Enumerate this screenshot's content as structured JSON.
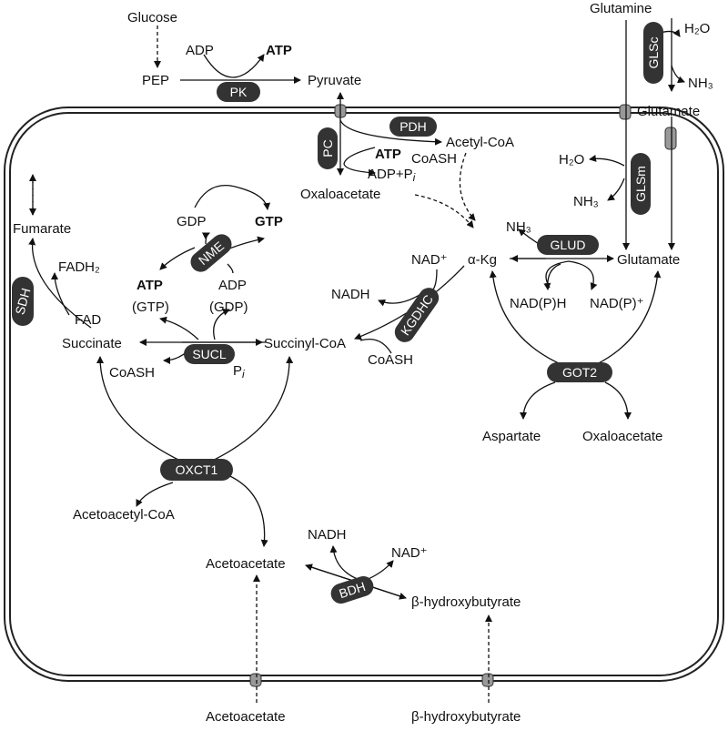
{
  "metabolites": {
    "glucose": "Glucose",
    "pep": "PEP",
    "pyruvate": "Pyruvate",
    "adp_top": "ADP",
    "atp_top": "ATP",
    "glutamine": "Glutamine",
    "h2o_out": "H₂O",
    "nh3_out": "NH₃",
    "glutamate_out": "Glutamate",
    "acetyl_coa": "Acetyl-CoA",
    "coash_pdh": "CoASH",
    "atp_pc": "ATP",
    "adp_pi_pc": "ADP+P",
    "pi_sub_pc": "i",
    "oxaloacetate_mito": "Oxaloacetate",
    "h2o_in": "H₂O",
    "nh3_in": "NH₃",
    "fumarate": "Fumarate",
    "fadh2": "FADH₂",
    "fad": "FAD",
    "succinate": "Succinate",
    "gdp": "GDP",
    "gtp": "GTP",
    "atp_nme": "ATP",
    "gtp_paren": "(GTP)",
    "adp_nme": "ADP",
    "gdp_paren": "(GDP)",
    "coash_sucl": "CoASH",
    "pi_sucl": "P",
    "pi_sucl_sub": "i",
    "succinyl_coa": "Succinyl-CoA",
    "nadh_kgdhc": "NADH",
    "nad_kgdhc": "NAD⁺",
    "coash_kgdhc": "CoASH",
    "akg": "α-Kg",
    "nh3_glud": "NH₃",
    "glutamate_in": "Glutamate",
    "nadph": "NAD(P)H",
    "nadp": "NAD(P)⁺",
    "aspartate": "Aspartate",
    "oxaloacetate_got": "Oxaloacetate",
    "acetoacetyl_coa": "Acetoacetyl-CoA",
    "acetoacetate_in": "Acetoacetate",
    "nadh_bdh": "NADH",
    "nad_bdh": "NAD⁺",
    "bhb_in": "β-hydroxybutyrate",
    "acetoacetate_out": "Acetoacetate",
    "bhb_out": "β-hydroxybutyrate"
  },
  "enzymes": {
    "pk": "PK",
    "glsc": "GLSc",
    "pdh": "PDH",
    "pc": "PC",
    "glsm": "GLSm",
    "sdh": "SDH",
    "nme": "NME",
    "sucl": "SUCL",
    "kgdhc": "KGDHC",
    "glud": "GLUD",
    "got2": "GOT2",
    "oxct1": "OXCT1",
    "bdh": "BDH"
  },
  "colors": {
    "enzyme_fill": "#333333",
    "enzyme_text": "#ffffff",
    "line": "#111111"
  }
}
